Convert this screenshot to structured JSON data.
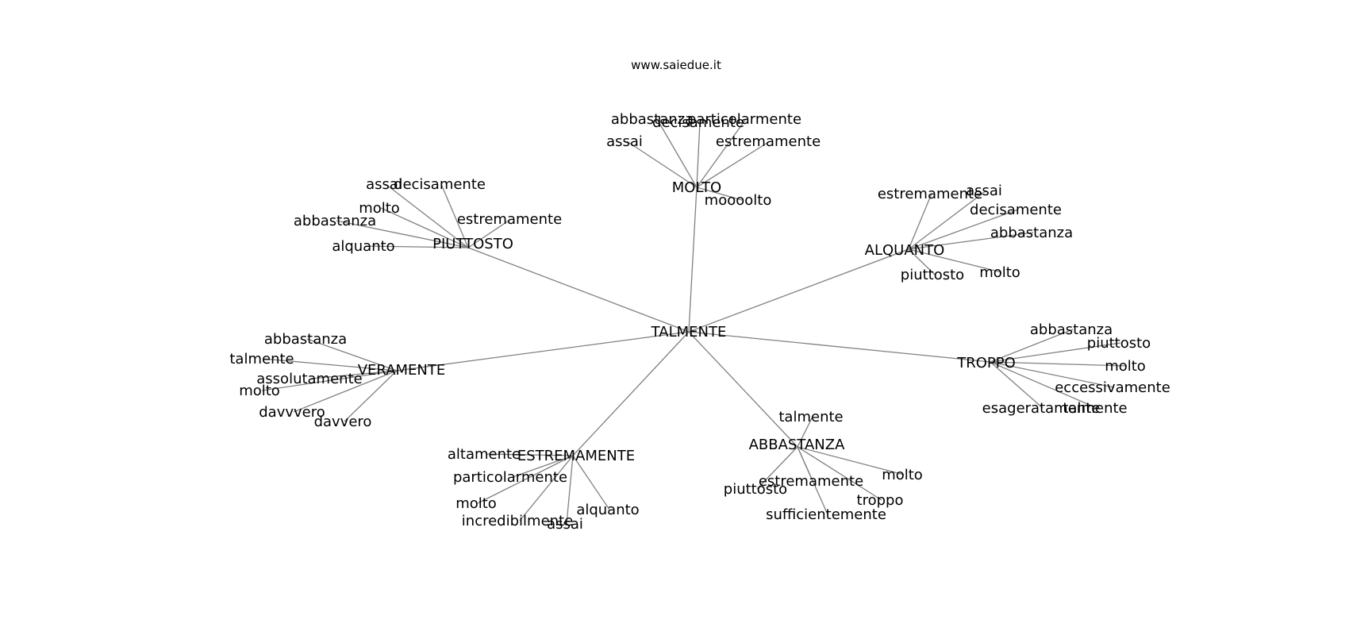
{
  "credit": "www.saiedue.it",
  "graph": {
    "center": "TALMENTE",
    "hubs": [
      {
        "id": "molto",
        "label": "MOLTO",
        "leaves": [
          "abbastanza",
          "decisamente",
          "particolarmente",
          "assai",
          "estremamente",
          "moooolto"
        ]
      },
      {
        "id": "piuttosto",
        "label": "PIUTTOSTO",
        "leaves": [
          "assai",
          "decisamente",
          "molto",
          "estremamente",
          "abbastanza",
          "alquanto"
        ]
      },
      {
        "id": "alquanto",
        "label": "ALQUANTO",
        "leaves": [
          "estremamente",
          "assai",
          "decisamente",
          "abbastanza",
          "piuttosto",
          "molto"
        ]
      },
      {
        "id": "veramente",
        "label": "VERAMENTE",
        "leaves": [
          "abbastanza",
          "talmente",
          "assolutamente",
          "molto",
          "davvvero",
          "davvero"
        ]
      },
      {
        "id": "troppo",
        "label": "TROPPO",
        "leaves": [
          "abbastanza",
          "piuttosto",
          "molto",
          "eccessivamente",
          "esageratamente",
          "talmente"
        ]
      },
      {
        "id": "estremamente",
        "label": "ESTREMAMENTE",
        "leaves": [
          "altamente",
          "particolarmente",
          "molto",
          "incredibilmente",
          "assai",
          "alquanto"
        ]
      },
      {
        "id": "abbastanza",
        "label": "ABBASTANZA",
        "leaves": [
          "talmente",
          "molto",
          "estremamente",
          "piuttosto",
          "troppo",
          "sufficientemente"
        ]
      }
    ]
  }
}
